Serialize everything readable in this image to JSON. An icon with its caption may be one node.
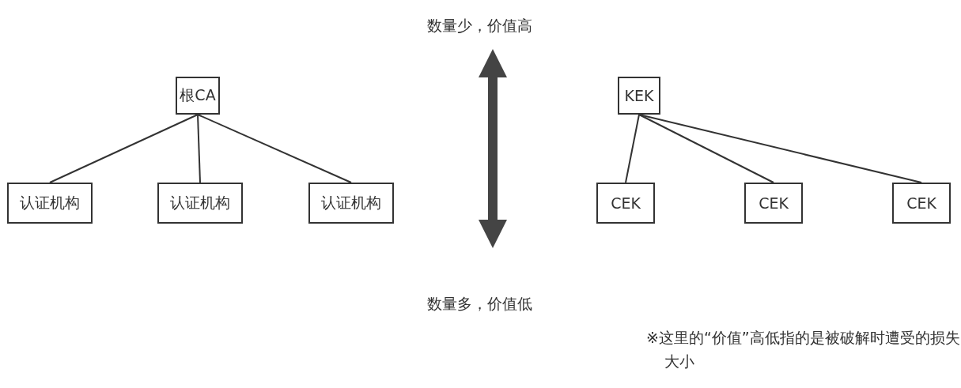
{
  "diagram": {
    "nodes": [
      {
        "text": [
          "根CA"
        ]
      },
      {
        "text": [
          "认证机构"
        ]
      },
      {
        "text": [
          "认证机构"
        ]
      },
      {
        "text": [
          "认证机构"
        ]
      },
      {
        "text": [
          "KEK"
        ]
      },
      {
        "text": [
          "CEK"
        ]
      },
      {
        "text": [
          "CEK"
        ]
      },
      {
        "text": [
          "CEK"
        ]
      }
    ],
    "edges": [
      {
        "from": 0,
        "to": 1,
        "arrow": "none"
      },
      {
        "from": 0,
        "to": 2,
        "arrow": "none"
      },
      {
        "from": 0,
        "to": 3,
        "arrow": "none"
      },
      {
        "from": 4,
        "to": 5,
        "arrow": "none"
      },
      {
        "from": 4,
        "to": 6,
        "arrow": "none"
      },
      {
        "from": 4,
        "to": 7,
        "arrow": "none"
      }
    ],
    "labels": [
      "数量少，价值高",
      "数量多，价值低",
      "※这里的“价值”高低指的是被破解时遭受的损失大小"
    ]
  }
}
